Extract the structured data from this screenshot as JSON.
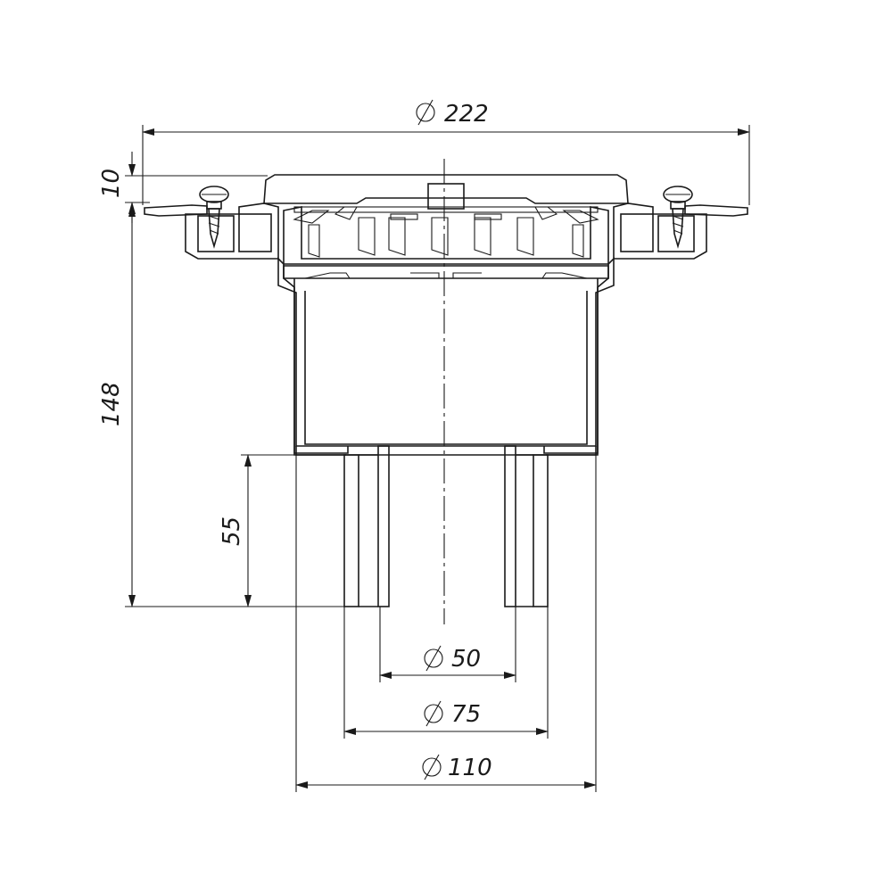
{
  "drawing": {
    "colors": {
      "ink": "#1a1a1a",
      "background": "#ffffff"
    },
    "dimensions": {
      "overall_diameter": "222",
      "flange_thickness": "10",
      "total_height": "148",
      "spigot_length": "55",
      "outlet_50": "50",
      "outlet_75": "75",
      "outlet_110": "110"
    },
    "diameter_symbol": "∅"
  }
}
